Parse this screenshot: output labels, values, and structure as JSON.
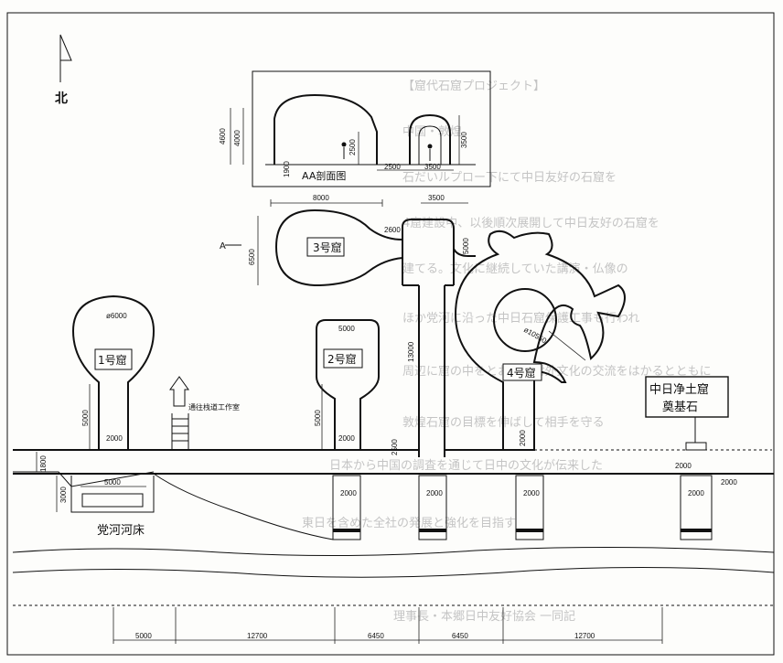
{
  "north": {
    "label": "北"
  },
  "section": {
    "title": "AA剖面图",
    "dims": [
      "4600",
      "4000",
      "1900",
      "2500",
      "2500",
      "3500",
      "3500"
    ]
  },
  "caves": {
    "cave1": {
      "label": "1号窟",
      "diameter": "ø6000",
      "neck": "5000",
      "door": "2000"
    },
    "cave2": {
      "label": "2号窟",
      "width": "5000",
      "neck": "5000",
      "door": "2000"
    },
    "cave3": {
      "label": "3号窟",
      "width": "8000",
      "height": "6500",
      "section_mark": "A",
      "side_dims": [
        "2600",
        "3500",
        "5000"
      ]
    },
    "cave4": {
      "label": "4号窟",
      "diameter": "ø10550",
      "door": "2000",
      "passage": "13000",
      "dim_2500": "2500"
    }
  },
  "stair_note": "通往栈道工作室",
  "jingtu": {
    "line1": "中日净土窟",
    "line2": "奠基石"
  },
  "riverbed": "党河河床",
  "ground": {
    "dim_1800": "1800",
    "dim_3000": "3000",
    "dim_5000": "5000",
    "door_dims": [
      "2000",
      "2000",
      "2000",
      "2000",
      "2000",
      "2000"
    ]
  },
  "bottom_dims": [
    "5000",
    "12700",
    "6450",
    "6450",
    "12700"
  ],
  "ghost_text": [
    "【窟代石窟プロジェクト】",
    "中国・敦煌",
    "石だいルプロー下にて中日友好の石窟を",
    "4窟建設中、以後順次展開して中日友好の石窟を",
    "建てる。文化に継続していた講演・仏像の",
    "ほか党河に沿った中日石窟保護工事も行われ",
    "周辺に窟の中をとおして対外文化の交流をはかるとともに",
    "敦煌石窟の目標を伸ばして相手を守る",
    "日本から中国の調査を通じて日中の文化が伝来した",
    "東日を含めた全社の発展と強化を目指す",
    "理事長・本郷日中友好協会 一同記"
  ]
}
